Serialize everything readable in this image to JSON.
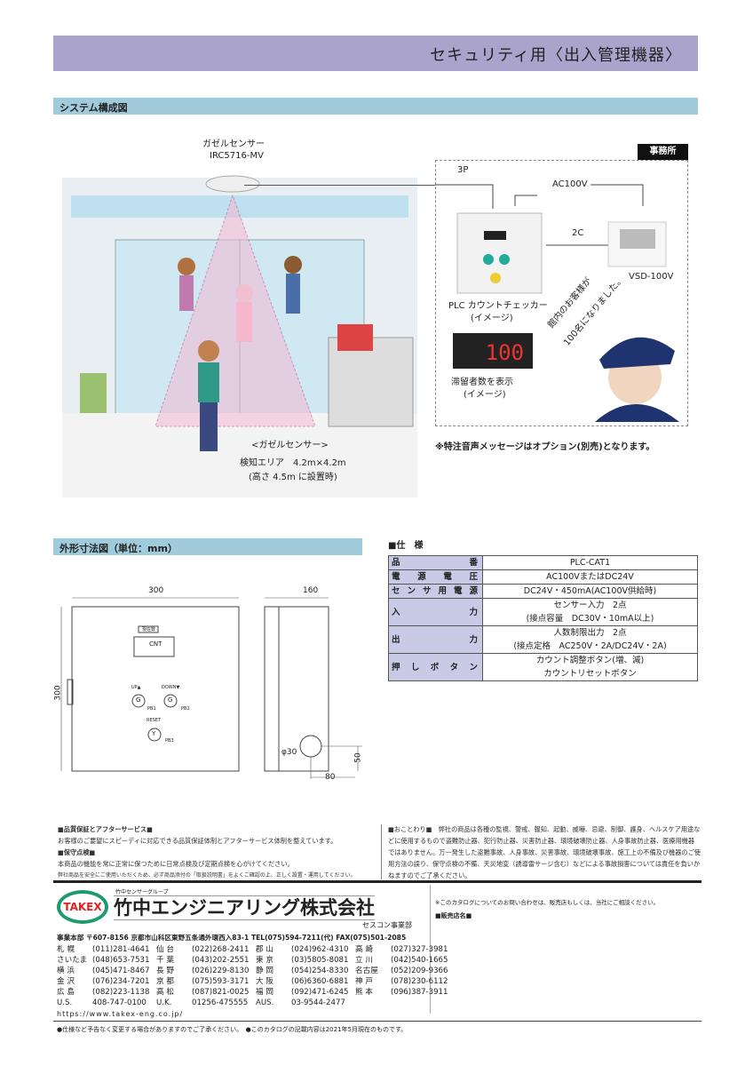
{
  "header": {
    "title": "セキュリティ用〈出入管理機器〉"
  },
  "system": {
    "section_title": "システム構成図",
    "sensor_name": "ガゼルセンサー",
    "sensor_model": "IRC5716-MV",
    "area_title": "<ガゼルセンサー>",
    "area_size": "検知エリア　4.2m×4.2m",
    "area_note": "(高さ 4.5m に設置時)",
    "office_label": "事務所",
    "cable_3p": "3P",
    "power": "AC100V",
    "cable_2c": "2C",
    "speaker_model": "VSD-100V",
    "speech": [
      "館内のお客様が",
      "100名になりました。"
    ],
    "plc_label": "PLC カウントチェッカー",
    "plc_image": "(イメージ)",
    "display_value": "100",
    "display_label": "滞留者数を表示",
    "display_image": "(イメージ)",
    "option_note": "※特注音声メッセージはオプション(別売)となります。"
  },
  "dims": {
    "section_title": "外形寸法図（単位：mm）",
    "width": "300",
    "height": "300",
    "depth": "160",
    "hole": "φ30",
    "hole_x": "80",
    "hole_y": "50",
    "display_tag": "現在数",
    "display": "CNT",
    "btn_up": "UP▲",
    "btn_down": "DOWN▼",
    "btn_reset": "RESET",
    "g": "G",
    "y": "Y",
    "pb1": "PB1",
    "pb2": "PB2",
    "pb3": "PB3"
  },
  "spec": {
    "title": "■仕　様",
    "rows": [
      {
        "label": "品番",
        "value": [
          "PLC-CAT1"
        ]
      },
      {
        "label": "電源電圧",
        "value": [
          "AC100VまたはDC24V"
        ]
      },
      {
        "label": "センサ用電源",
        "value": [
          "DC24V・450mA(AC100V供給時)"
        ]
      },
      {
        "label": "入力",
        "value": [
          "センサー入力　2点",
          "(接点容量　DC30V・10mA以上)"
        ]
      },
      {
        "label": "出力",
        "value": [
          "人数制限出力　2点",
          "(接点定格　AC250V・2A/DC24V・2A)"
        ]
      },
      {
        "label": "押しボタン",
        "value": [
          "カウント調整ボタン(増、減)",
          "カウントリセットボタン"
        ]
      }
    ]
  },
  "footer": {
    "quality_title": "■品質保証とアフターサービス■",
    "quality_text": "お客様のご要望にスピーディに対応できる品質保証体制とアフターサービス体制を整えています。",
    "maint_title": "■保守点検■",
    "maint_text": "本商品の機能を常に正常に保つために日常点検及び定期点検を心がけてください。",
    "maint_text2": "弊社商品を安全にご使用いただくため、必ず商品添付の「取扱説明書」をよくご確認の上、正しく設置・運用してください。",
    "notice": "■おことわり■　弊社の商品は各種の監視、警戒、報知、起動、威嚇、忌避、制御、護身、ヘルスケア用途などに使用するもので盗難防止器、犯行防止器、災害防止器、環境破壊防止器、人身事故防止器、医療用機器ではありません。万一発生した盗難事故、人身事故、災害事故、環境破壊事故、施工上の不備及び機器のご使用方法の誤り、保守点検の不備、天災地変（誘導雷サージ含む）などによる事故損害については責任を負いかねますのでご了承ください。",
    "logo": "TAKEX",
    "group": "竹中センサーグループ",
    "company": "竹中エンジニアリング株式会社",
    "division": "セスコン事業部",
    "inquiry": "※このカタログについてのお問い合わせは、販売店もしくは、当社にご相談ください。",
    "dealer": "■販売店名■",
    "hq": "事業本部 〒607-8156 京都市山科区東野五条通外環西入83-1 TEL(075)594-7211(代) FAX(075)501-2085",
    "offices": [
      [
        "札 幌",
        "(011)281-4641",
        "仙 台",
        "(022)268-2411",
        "郡 山",
        "(024)962-4310",
        "高 崎",
        "(027)327-3981"
      ],
      [
        "さいたま",
        "(048)653-7531",
        "千 葉",
        "(043)202-2551",
        "東 京",
        "(03)5805-8081",
        "立 川",
        "(042)540-1665"
      ],
      [
        "横 浜",
        "(045)471-8467",
        "長 野",
        "(026)229-8130",
        "静 岡",
        "(054)254-8330",
        "名古屋",
        "(052)209-9366"
      ],
      [
        "金 沢",
        "(076)234-7201",
        "京 都",
        "(075)593-3171",
        "大 阪",
        "(06)6360-6881",
        "神 戸",
        "(078)230-6112"
      ],
      [
        "広 島",
        "(082)223-1138",
        "高 松",
        "(087)821-0025",
        "福 岡",
        "(092)471-6245",
        "熊 本",
        "(096)387-3911"
      ],
      [
        "U.S.",
        "408-747-0100",
        "U.K.",
        "01256-475555",
        "AUS.",
        "03-9544-2477",
        "",
        ""
      ]
    ],
    "url": "https://www.takex-eng.co.jp/",
    "bottom_note": "●仕様など予告なく変更する場合がありますのでご了承ください。　●このカタログの記載内容は2021年5月現在のものです。"
  }
}
